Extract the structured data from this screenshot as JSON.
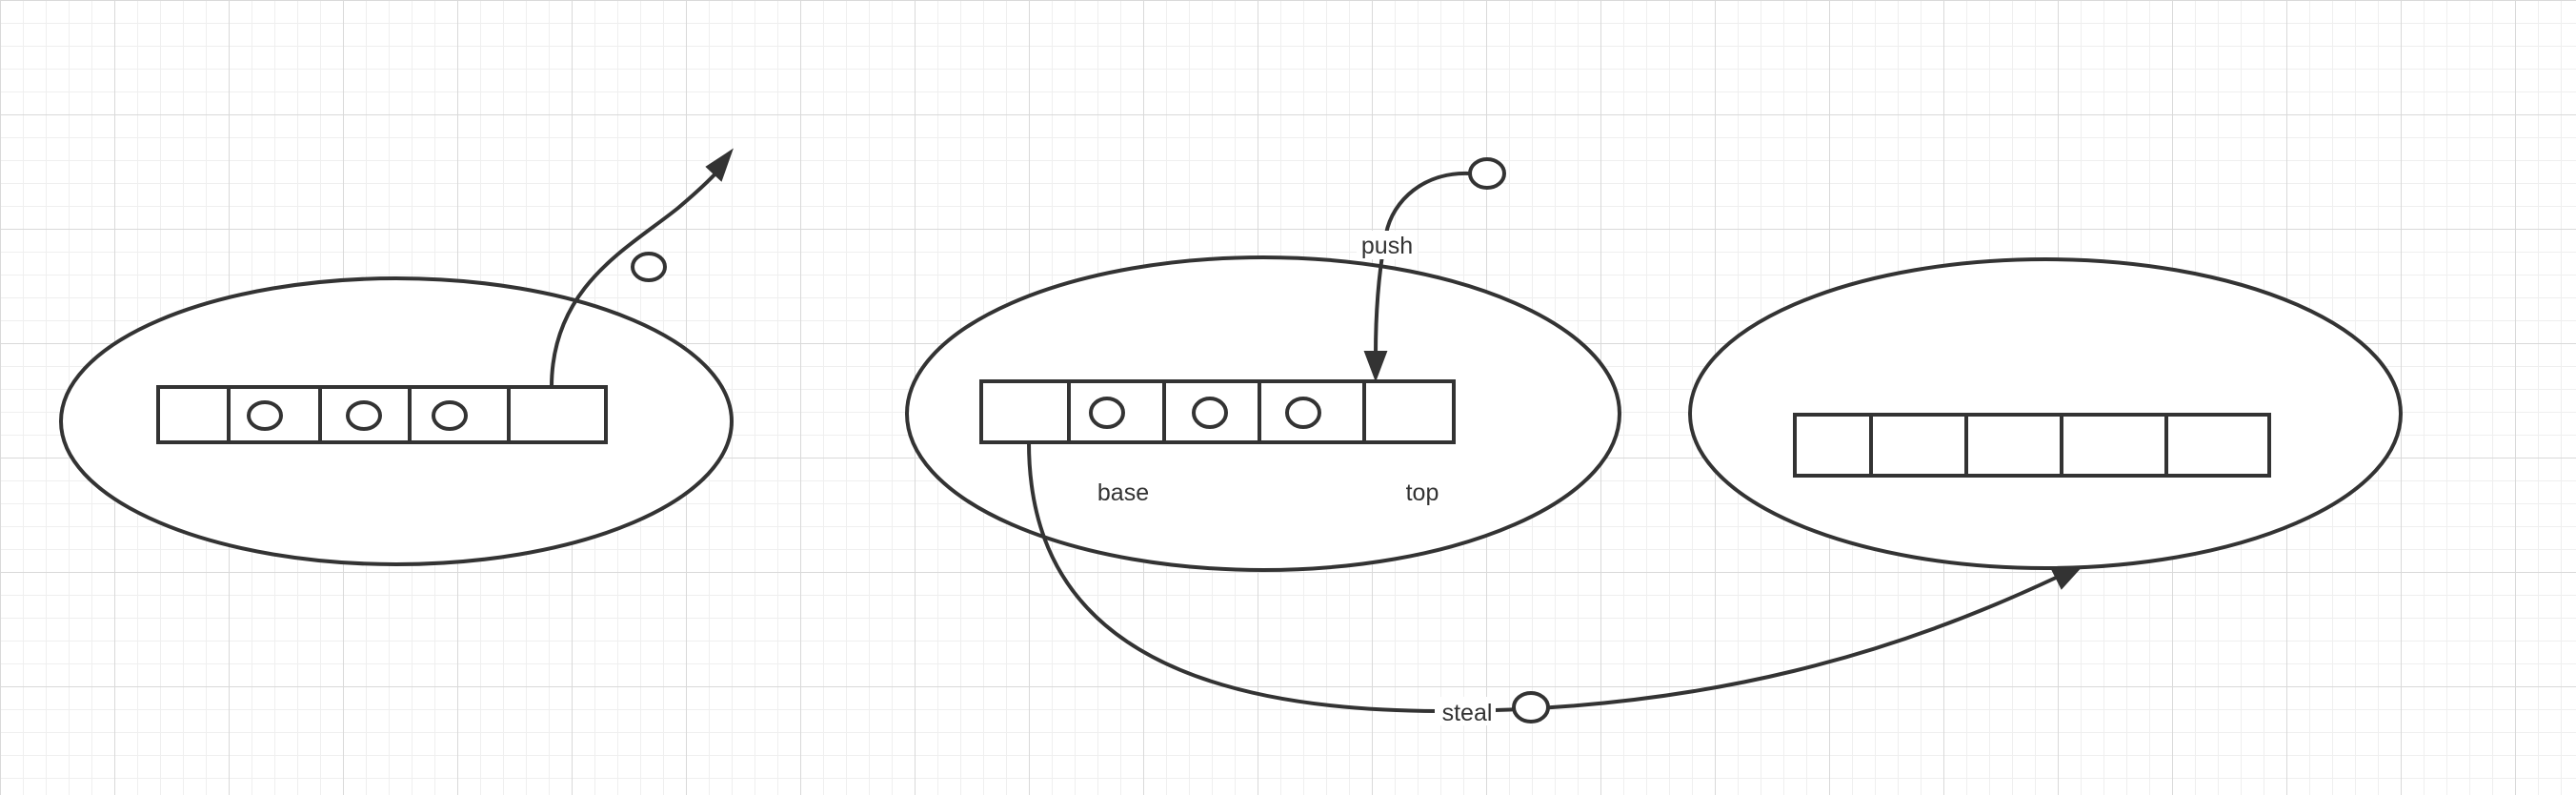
{
  "labels": {
    "push": "push",
    "base": "base",
    "top": "top",
    "steal": "steal"
  },
  "colors": {
    "stroke": "#333333",
    "fill": "#ffffff",
    "grid_major": "#d9d9d9",
    "grid_minor": "#efefef"
  }
}
